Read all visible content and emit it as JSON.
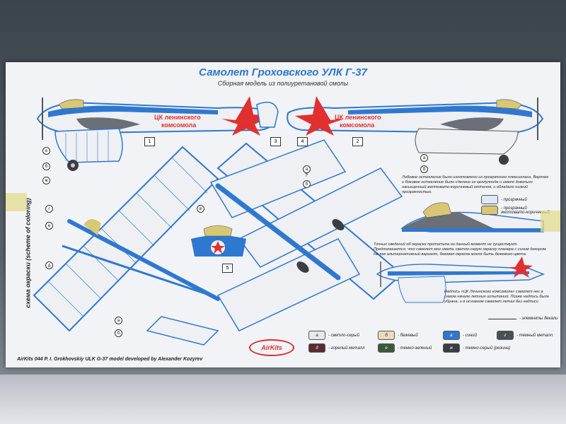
{
  "sheet": {
    "title": "Самолет Гроховского УЛК Г-37",
    "subtitle": "Сборная модель из полиуретановой смолы",
    "side_label": "схема окраски (scheme of coloring)",
    "fuselage_text_1": "ЦК ленинского",
    "fuselage_text_2": "комсомола",
    "note_glazing": "Лобовое остекление было изготовлено из прозрачного плексигласа. Верхнее и боковое остекление было сделано из целлулоида и имело довольно насыщенный желтовато-коричневый оттенок, и обладало низкой прозрачностью.",
    "legend_transparent": "- прозрачный",
    "legend_transparent_yellow": "- прозрачный желтовато-коричневый",
    "note_prototype": "Точных сведений об окраске прототипа на данный момент не существует. Предполагается, что самолет мог иметь светло-серую окраску планера с синим декором. Но как альтернативный вариант, базовая окраска могла быть бежевого цвета.",
    "note_inscription": "Надпись «ЦК Ленинского комсомола» самолет нес в самом начале летных испытаний. Позже надпись была убрана, и в основном самолет летал без надписи.",
    "decal_legend": "- элементы декали",
    "callouts": [
      "1",
      "2",
      "3",
      "4",
      "5"
    ],
    "letters": [
      "а",
      "б",
      "в",
      "г",
      "д",
      "е",
      "ж"
    ],
    "question": "?",
    "colors": [
      {
        "code": "а",
        "label": "- светло-серый",
        "hex": "#e6e8ea"
      },
      {
        "code": "б",
        "label": "- бежевый",
        "hex": "#e8dcc0"
      },
      {
        "code": "в",
        "label": "- синий",
        "hex": "#2f78d0"
      },
      {
        "code": "г",
        "label": "- темный металл",
        "hex": "#4a4f55"
      },
      {
        "code": "д",
        "label": "- горелый металл",
        "hex": "#5a2a30"
      },
      {
        "code": "е",
        "label": "- темно-зеленый",
        "hex": "#3c5a3a"
      },
      {
        "code": "ж",
        "label": "- темно-серый (резина)",
        "hex": "#3a3d42"
      }
    ],
    "footer": "AirKits 044    P. I. Grokhovskiy ULK G-37 model developed by Alexander Kozyrev",
    "logo": "AirKits"
  },
  "palette": {
    "blue": "#2f78d0",
    "red": "#e03030",
    "fuselage": "#eef0f3",
    "cockpit": "#d8c775",
    "dark": "#6a6f78"
  }
}
